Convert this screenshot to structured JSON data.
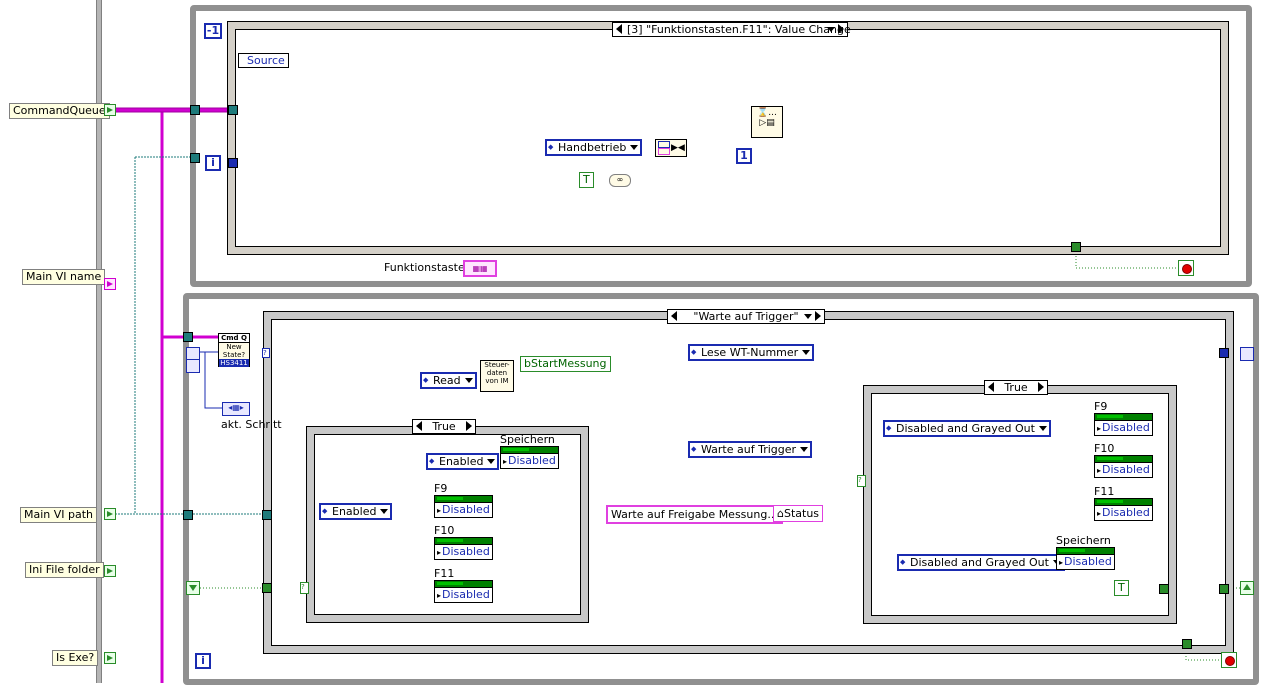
{
  "left_controls": [
    {
      "label": "CommandQueue",
      "type": "queue-refnum"
    },
    {
      "label": "Main VI name",
      "type": "string"
    },
    {
      "label": "Main VI path",
      "type": "path"
    },
    {
      "label": "Ini File folder",
      "type": "path"
    },
    {
      "label": "Is Exe?",
      "type": "boolean"
    }
  ],
  "event_loop": {
    "timeout_constant": "-1",
    "event_case_selector": "[3] \"Funktionstasten.F11\": Value Change",
    "event_data_node_label": "Source",
    "enum_constant": "Handbetrieb",
    "bool_constant": "T",
    "element_count_constant": "1",
    "iteration_label": "i",
    "refnum_label": "Funktionstasten"
  },
  "state_loop": {
    "case_selector": "\"Warte auf Trigger\"",
    "state_subvi": {
      "line1": "Cmd Q",
      "line2": "New",
      "line3": "State?",
      "id": "HS3411"
    },
    "shift_register_label": "akt. Schritt",
    "read_enum": "Read",
    "steuerdaten_subvi": "Steuer-daten von IM",
    "bstart_label": "bStartMessung",
    "select_true_enum": "Lese WT-Nummer",
    "select_false_enum": "Warte auf Trigger",
    "status_string": "Warte auf Freigabe Messung...",
    "status_local": "Status",
    "iteration_label": "i",
    "left_case": {
      "selector": "True",
      "speichern_enum": "Enabled",
      "fkeys_enum": "Enabled",
      "property_nodes": [
        {
          "name": "Speichern",
          "property": "Disabled"
        },
        {
          "name": "F9",
          "property": "Disabled"
        },
        {
          "name": "F10",
          "property": "Disabled"
        },
        {
          "name": "F11",
          "property": "Disabled"
        }
      ]
    },
    "right_case": {
      "selector": "True",
      "fkeys_enum": "Disabled and Grayed Out",
      "speichern_enum": "Disabled and Grayed Out",
      "bool_constant": "T",
      "property_nodes": [
        {
          "name": "F9",
          "property": "Disabled"
        },
        {
          "name": "F10",
          "property": "Disabled"
        },
        {
          "name": "F11",
          "property": "Disabled"
        },
        {
          "name": "Speichern",
          "property": "Disabled"
        }
      ]
    }
  },
  "wire_colors": {
    "refnum": "#1e7b7b",
    "string": "#e040e0",
    "enum": "#1a2bb0",
    "boolean": "#2a8c2a",
    "queue": "#d000d0"
  }
}
